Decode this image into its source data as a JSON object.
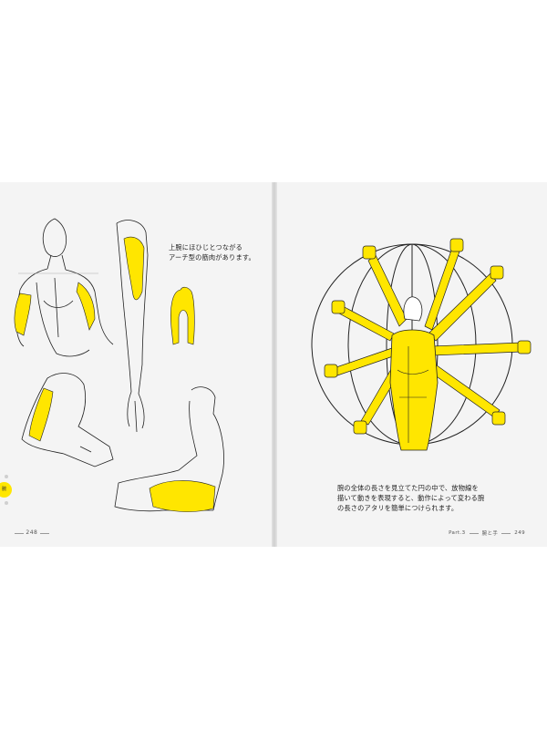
{
  "left_page": {
    "caption": "上腕にほひじとつながる\nアーチ型の筋肉があります。",
    "page_number": "248",
    "tab_label": "腕"
  },
  "right_page": {
    "caption": "腕の全体の長さを見立てた円の中で、放物線を\n描いて動きを表現すると、動作によって変わる腕\nの長さのアタリを簡単につけられます。",
    "page_number": "249",
    "part_label": "Part.3",
    "chapter_label": "腕と手"
  },
  "colors": {
    "highlight": "#ffe600",
    "line": "#222222",
    "page": "#f4f4f4"
  }
}
